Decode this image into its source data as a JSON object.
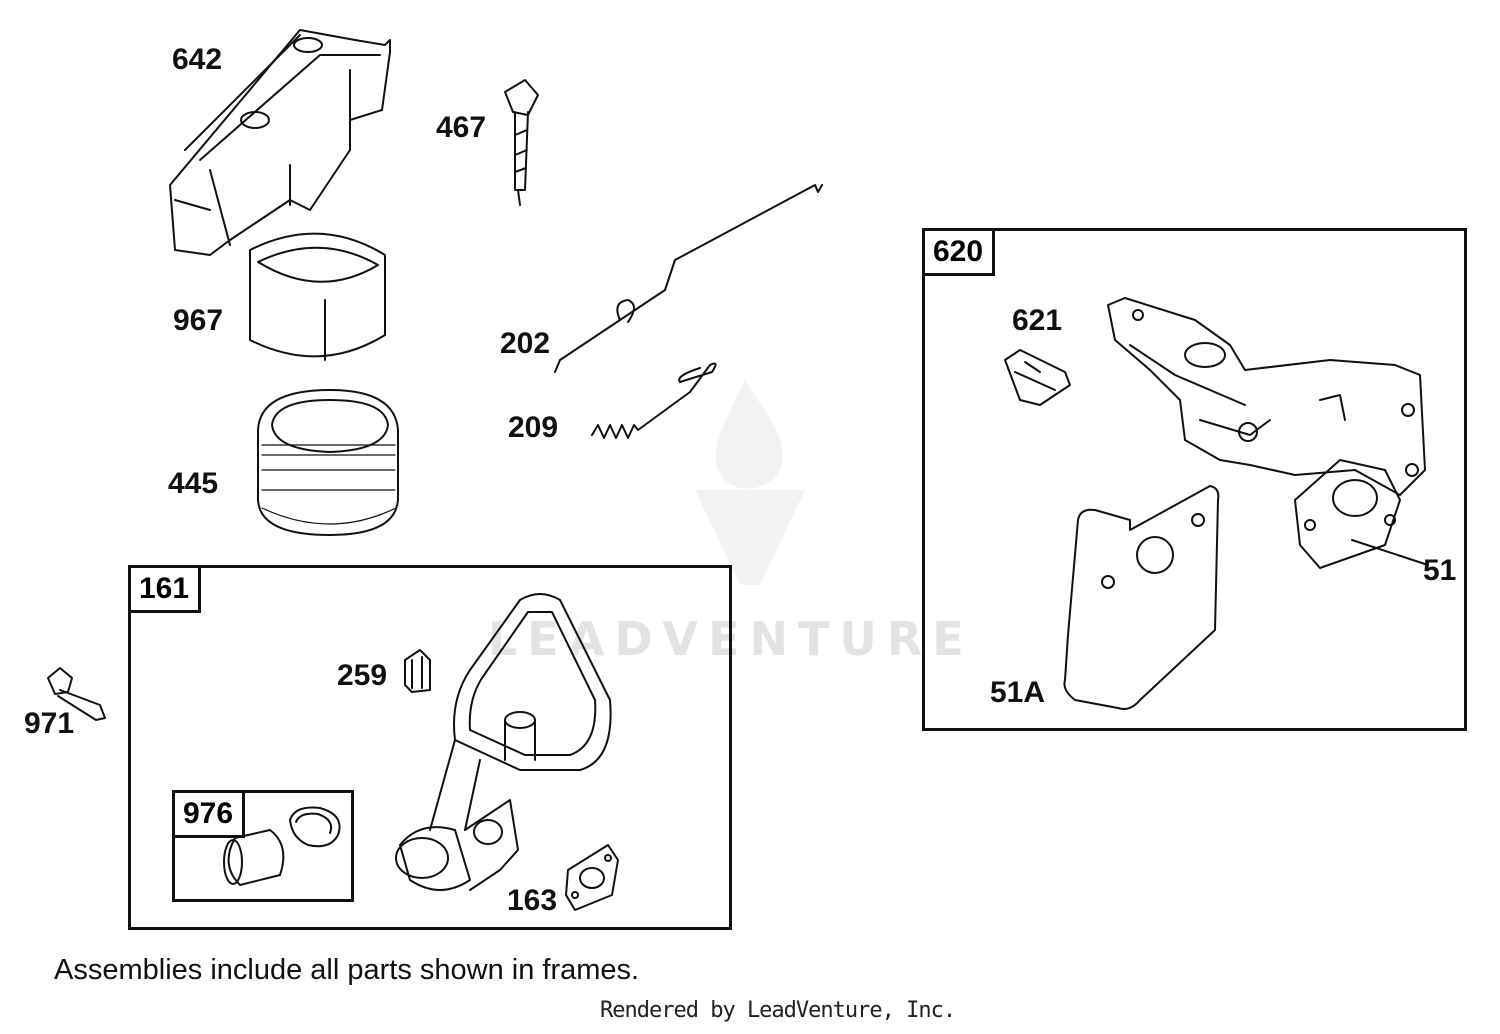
{
  "callouts": {
    "p642": "642",
    "p467": "467",
    "p967": "967",
    "p202": "202",
    "p209": "209",
    "p445": "445",
    "p259": "259",
    "p971": "971",
    "p163": "163",
    "p621": "621",
    "p51": "51",
    "p51a": "51A"
  },
  "frames": {
    "f161": "161",
    "f976": "976",
    "f620": "620"
  },
  "footer": {
    "note": "Assemblies include all parts shown in frames.",
    "credit": "Rendered by LeadVenture, Inc."
  },
  "watermark": {
    "text": "LEADVENTURE"
  }
}
